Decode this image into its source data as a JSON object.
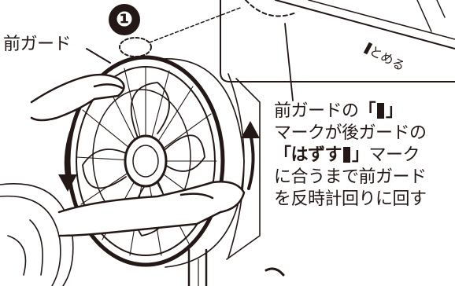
{
  "step_number": "❶",
  "front_guard_label": "前ガード",
  "inset_label": "とめる",
  "instruction": {
    "l1_a": "前ガードの",
    "l1_b": "「",
    "l1_c": "」",
    "l2": "マークが後ガードの",
    "l3_a": "「はずす",
    "l3_b": "」",
    "l3_c": "マーク",
    "l4": "に合うまで前ガード",
    "l5": "を反時計回りに回す"
  },
  "colors": {
    "ink": "#231815",
    "paper": "#ffffff"
  }
}
